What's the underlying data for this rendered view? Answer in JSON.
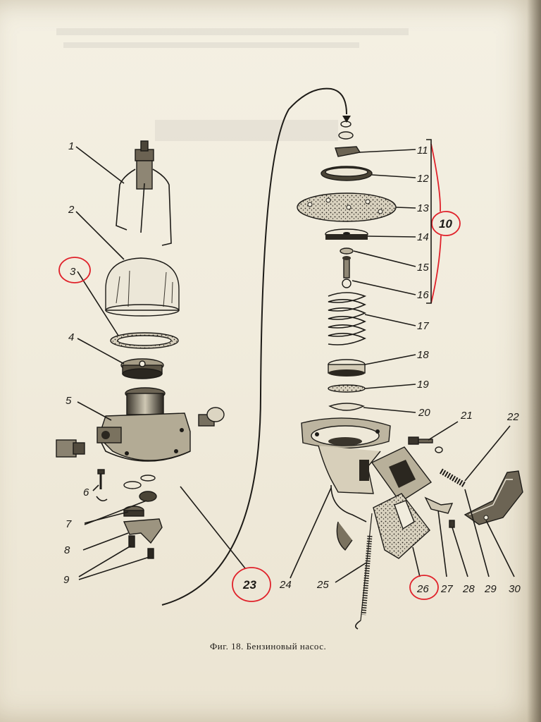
{
  "figure": {
    "caption": "Фиг. 18. Бензиновый насос.",
    "part_numbers": [
      "1",
      "2",
      "3",
      "4",
      "5",
      "6",
      "7",
      "8",
      "9",
      "10",
      "11",
      "12",
      "13",
      "14",
      "15",
      "16",
      "17",
      "18",
      "19",
      "20",
      "21",
      "22",
      "23",
      "24",
      "25",
      "26",
      "27",
      "28",
      "29",
      "30"
    ],
    "circled_numbers": [
      "3",
      "10",
      "23",
      "26"
    ],
    "annotation_color": "#e0212a",
    "ink_color": "#1d1b17"
  }
}
